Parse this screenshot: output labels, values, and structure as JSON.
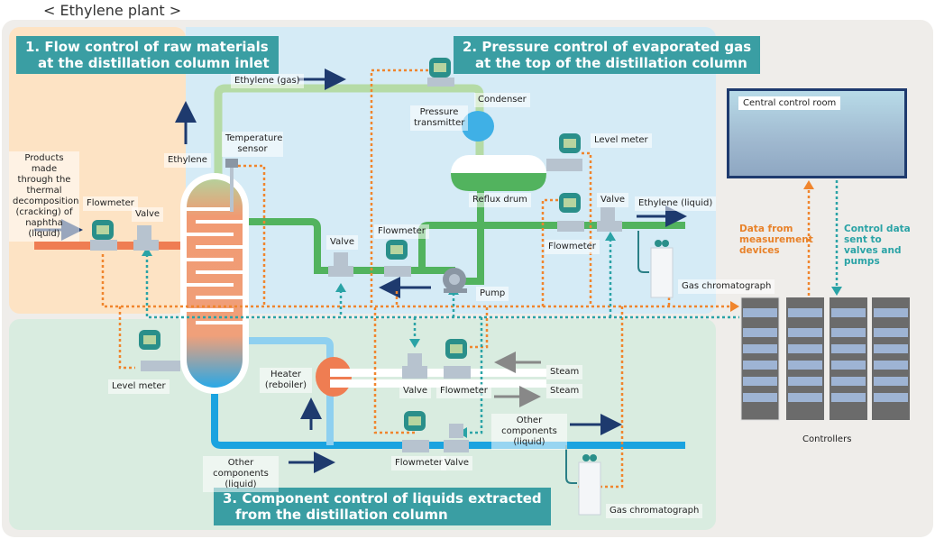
{
  "page_title": "< Ethylene plant >",
  "sections": [
    {
      "number": "1.",
      "line1": "1. Flow control of raw materials",
      "line2": "at the distillation column inlet"
    },
    {
      "number": "2.",
      "line1": "2. Pressure control of evaporated gas",
      "line2": "at the top of the distillation column"
    },
    {
      "number": "3.",
      "line1": "3. Component control of liquids extracted",
      "line2": "from the distillation column"
    }
  ],
  "labels": {
    "feed": "Products made through the thermal decomposition (cracking) of naphtha (liquid)",
    "flowmeter_inlet": "Flowmeter",
    "valve_inlet": "Valve",
    "ethylene": "Ethylene",
    "ethylene_gas": "Ethylene (gas)",
    "temperature_sensor": "Temperature sensor",
    "pressure_transmitter": "Pressure transmitter",
    "condenser": "Condenser",
    "level_meter_top": "Level meter",
    "reflux_drum": "Reflux drum",
    "valve_top": "Valve",
    "flowmeter_top": "Flowmeter",
    "ethylene_liquid": "Ethylene (liquid)",
    "valve_reflux": "Valve",
    "flowmeter_reflux": "Flowmeter",
    "pump": "Pump",
    "gas_chromatograph_top": "Gas chromatograph",
    "level_meter_bottom": "Level meter",
    "heater": "Heater (reboiler)",
    "valve_steam": "Valve",
    "flowmeter_steam": "Flowmeter",
    "steam_in": "Steam",
    "steam_out": "Steam",
    "other_components_right": "Other components (liquid)",
    "other_components_left": "Other components (liquid)",
    "flowmeter_bottom": "Flowmeter",
    "valve_bottom": "Valve",
    "gas_chromatograph_bottom": "Gas chromatograph",
    "central_control_room": "Central control room",
    "data_from_devices": "Data from measurement devices",
    "control_data": "Control data sent to valves and pumps",
    "controllers": "Controllers"
  },
  "colors": {
    "badge": "#3a9ea3",
    "feed_pipe": "#ef7d52",
    "gas_pipe": "#b5dba6",
    "liquid_pipe": "#52b35e",
    "bottom_pipe": "#1aa3e0",
    "measurement_signal": "#f0852d",
    "control_signal": "#2aa3a6",
    "arrow_navy": "#1e3a6e"
  }
}
